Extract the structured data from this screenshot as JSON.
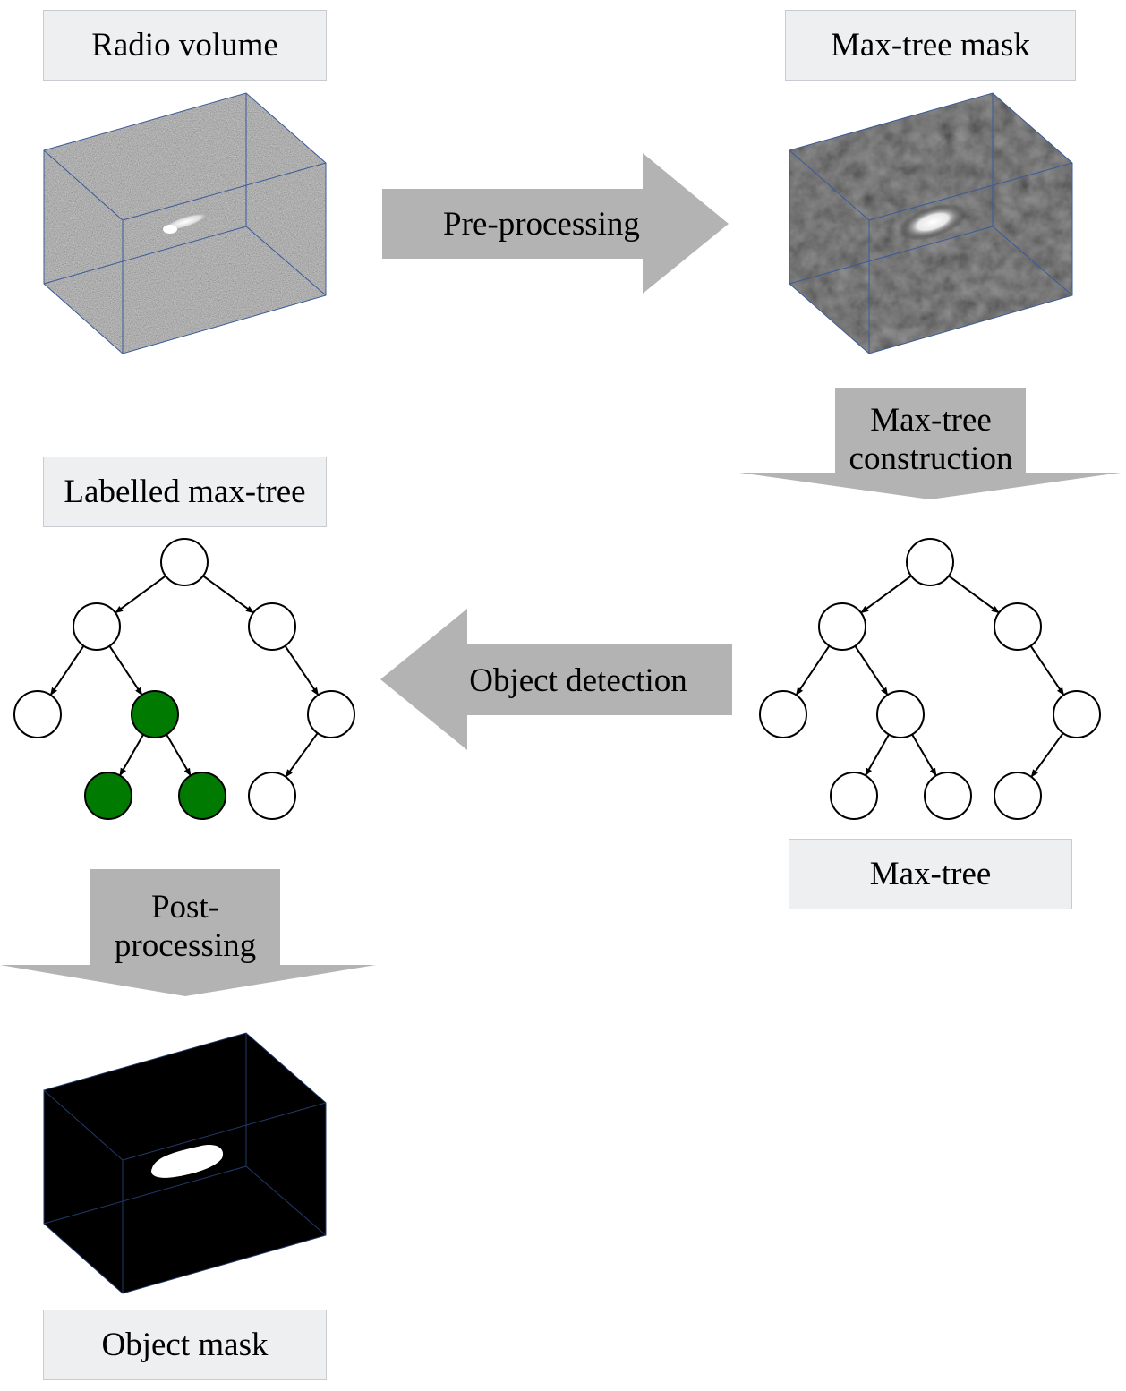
{
  "labels": {
    "radio_volume": "Radio volume",
    "max_tree_mask": "Max-tree mask",
    "labelled_max_tree": "Labelled max-tree",
    "max_tree": "Max-tree",
    "object_mask": "Object mask"
  },
  "steps": {
    "pre_processing": "Pre-processing",
    "max_tree_construction": [
      "Max-tree",
      "construction"
    ],
    "object_detection": "Object detection",
    "post_processing": [
      "Post-",
      "processing"
    ]
  },
  "colors": {
    "label_bg": "#eeeff0",
    "arrow_fill": "#b3b3b3",
    "selected_node": "#007a00",
    "node_stroke": "#000000"
  },
  "trees": {
    "max_tree": {
      "selected_nodes": []
    },
    "labelled_max_tree": {
      "selected_nodes": [
        "n3",
        "n5",
        "n6"
      ]
    }
  }
}
